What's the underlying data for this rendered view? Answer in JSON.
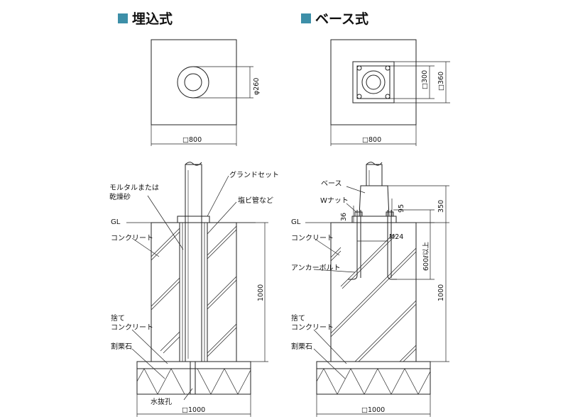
{
  "colors": {
    "square_marker": "#3d8fa8",
    "ink": "#222222"
  },
  "embedded": {
    "heading": "埋込式",
    "plan_dia": "φ260",
    "plan_width": "□800",
    "labels": {
      "mortar": "モルタルまたは",
      "dry_sand": "乾燥砂",
      "gland_set": "グランドセット",
      "pvc_pipe": "塩ビ管など",
      "gl": "GL",
      "concrete": "コンクリート",
      "lean_concrete_1": "捨て",
      "lean_concrete_2": "コンクリート",
      "crushed_stone": "割栗石",
      "drain_hole": "水抜孔"
    },
    "depth": "1000",
    "base_width": "□1000"
  },
  "base_type": {
    "heading": "ベース式",
    "plan_inner": "□300",
    "plan_outer": "□360",
    "plan_width": "□800",
    "labels": {
      "base": "ベース",
      "w_nut": "Wナット",
      "gl": "GL",
      "concrete": "コンクリート",
      "anchor_bolt": "アンカーボルト",
      "lean_concrete_1": "捨て",
      "lean_concrete_2": "コンクリート",
      "crushed_stone": "割栗石",
      "bolt_size": "M24"
    },
    "dim_36": "36",
    "dim_95": "95",
    "dim_350": "350",
    "dim_600": "600ℓ以上",
    "depth": "1000",
    "base_width": "□1000"
  }
}
